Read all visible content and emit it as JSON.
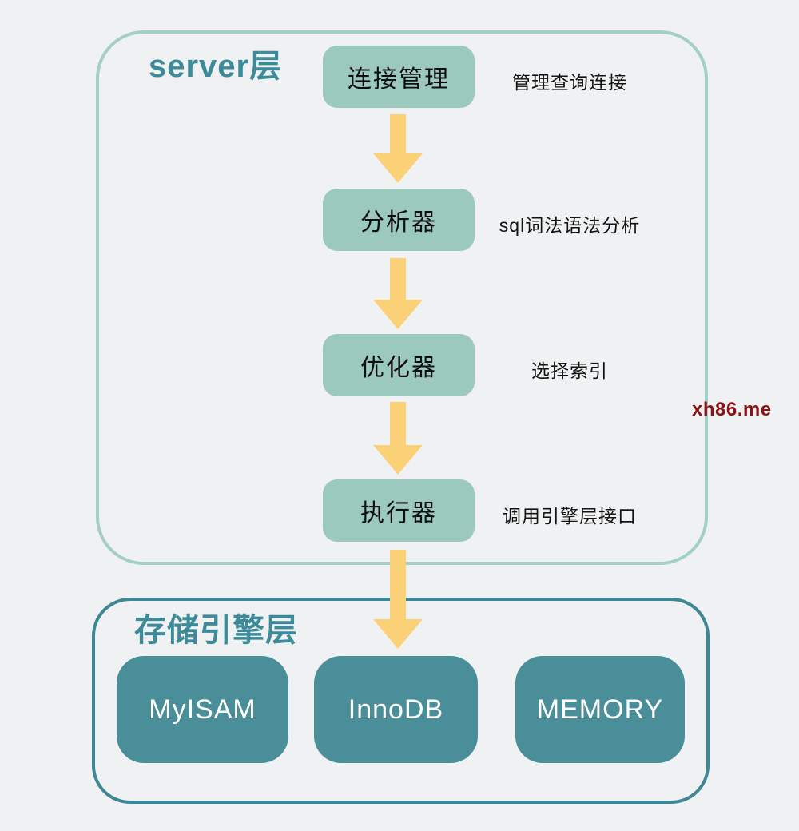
{
  "diagram": {
    "subject": "MySQL architecture flow diagram"
  },
  "server_layer": {
    "title": "server层",
    "steps": [
      {
        "label": "连接管理",
        "note": "管理查询连接"
      },
      {
        "label": "分析器",
        "note": "sql词法语法分析"
      },
      {
        "label": "优化器",
        "note": "选择索引"
      },
      {
        "label": "执行器",
        "note": "调用引擎层接口"
      }
    ]
  },
  "storage_layer": {
    "title": "存储引擎层",
    "engines": [
      {
        "label": "MyISAM"
      },
      {
        "label": "InnoDB"
      },
      {
        "label": "MEMORY"
      }
    ]
  },
  "watermark": "xh86.me",
  "colors": {
    "background": "#eff1f2",
    "step_box_fill": "#9cc9bd",
    "server_border": "#a4d0c3",
    "storage_border": "#3e8794",
    "engine_box_fill": "#4a8e99",
    "title_text": "#3d8b99",
    "arrow_yellow": "#fbd178",
    "watermark_red": "#8b1212"
  }
}
